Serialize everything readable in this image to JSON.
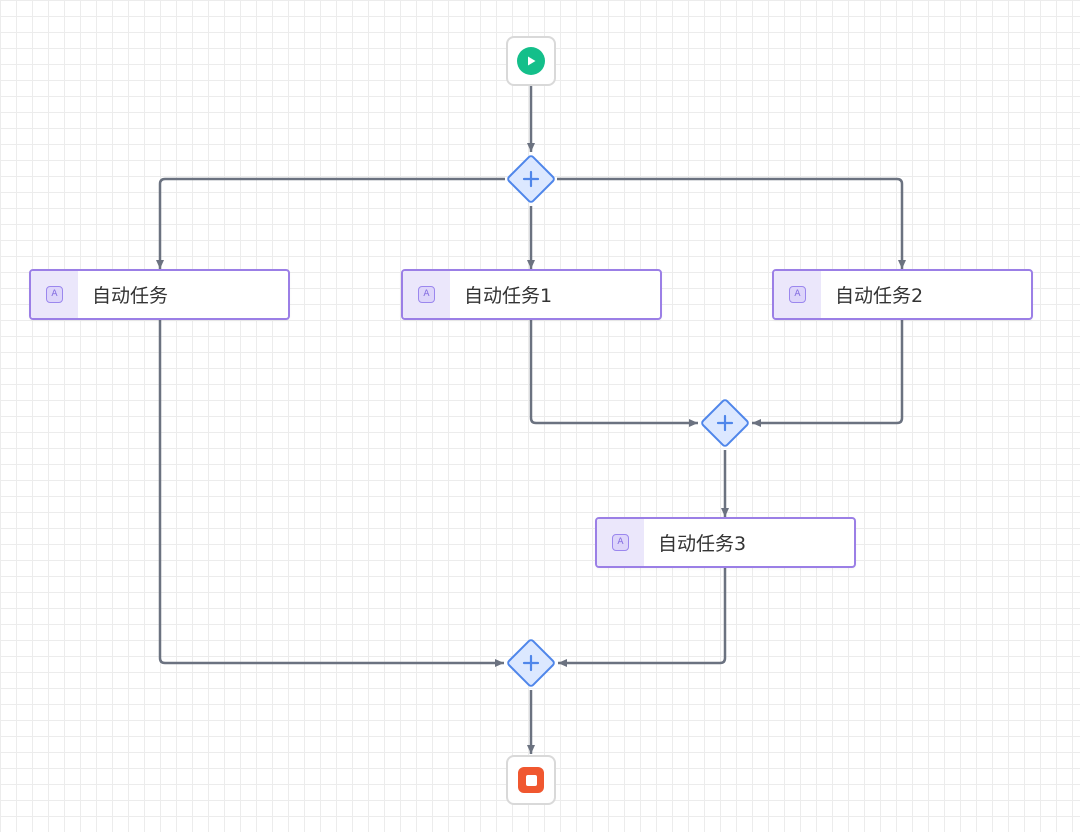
{
  "diagram": {
    "nodes": {
      "start": {
        "kind": "start-event",
        "icon": "play-icon",
        "color": "#14bf8a"
      },
      "gateway_split": {
        "kind": "parallel-gateway",
        "icon": "plus-icon"
      },
      "task_0": {
        "kind": "auto-task",
        "icon_letter": "A",
        "label": "自动任务"
      },
      "task_1": {
        "kind": "auto-task",
        "icon_letter": "A",
        "label": "自动任务1"
      },
      "task_2": {
        "kind": "auto-task",
        "icon_letter": "A",
        "label": "自动任务2"
      },
      "gateway_join_1": {
        "kind": "parallel-gateway",
        "icon": "plus-icon"
      },
      "task_3": {
        "kind": "auto-task",
        "icon_letter": "A",
        "label": "自动任务3"
      },
      "gateway_join_2": {
        "kind": "parallel-gateway",
        "icon": "plus-icon"
      },
      "end": {
        "kind": "end-event",
        "icon": "stop-icon",
        "color": "#f0572f"
      }
    },
    "edges": [
      {
        "from": "start",
        "to": "gateway_split"
      },
      {
        "from": "gateway_split",
        "to": "task_0"
      },
      {
        "from": "gateway_split",
        "to": "task_1"
      },
      {
        "from": "gateway_split",
        "to": "task_2"
      },
      {
        "from": "task_1",
        "to": "gateway_join_1"
      },
      {
        "from": "task_2",
        "to": "gateway_join_1"
      },
      {
        "from": "gateway_join_1",
        "to": "task_3"
      },
      {
        "from": "task_0",
        "to": "gateway_join_2"
      },
      {
        "from": "task_3",
        "to": "gateway_join_2"
      },
      {
        "from": "gateway_join_2",
        "to": "end"
      }
    ]
  },
  "colors": {
    "task_border": "#9b7fe6",
    "task_icon_bg": "#ebe7fb",
    "gateway_border": "#4f86ea",
    "gateway_fill": "#dce8ff",
    "edge": "#6b7280",
    "start": "#14bf8a",
    "end": "#f0572f"
  }
}
